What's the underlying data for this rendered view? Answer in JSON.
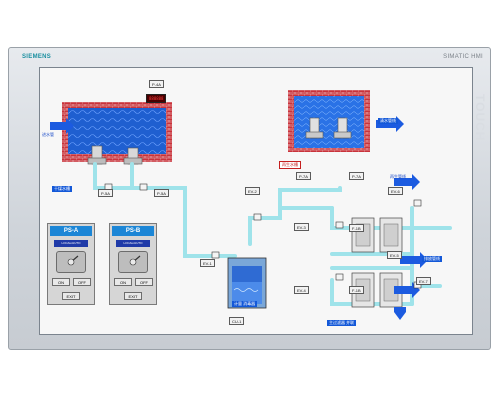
{
  "device": {
    "brand": "SIEMENS",
    "model": "SIMATIC HMI",
    "side_text": "TOUCH"
  },
  "tags": {
    "p4a": "P-4A",
    "p5a_left": "P-5A",
    "p5a_right": "P-5A",
    "p7a_left": "P-7A",
    "p7a_right": "P-7A",
    "ev1": "EV-1",
    "ev2": "EV-2",
    "ev3": "EV-3",
    "ev4": "EV-4",
    "ev5": "EV-5",
    "ev6": "EV-6",
    "ev7": "EV-7",
    "f1b": "F-1B",
    "f1b_2": "F-1B",
    "cu1": "CU-1",
    "tank_left_label": "干煤水槽",
    "tank_right_label": "再生水槽",
    "mixer_label": "计量 消毒器",
    "filter_label": "主过滤器 并联",
    "arrow_left_in": "进水管",
    "arrow_right_out": "清水管线",
    "arrow_mid_right": "再生管线",
    "arrow_right_bottom": "排放管线"
  },
  "led_display": "888888",
  "panels": [
    {
      "title": "PS-A",
      "status": "LOCAL/AUTO",
      "on": "ON",
      "off": "OFF",
      "exit": "EXIT"
    },
    {
      "title": "PS-B",
      "status": "LOCAL/AUTO",
      "on": "ON",
      "off": "OFF",
      "exit": "EXIT"
    }
  ],
  "colors": {
    "water": "#1f5fd0",
    "brick": "#c9333b",
    "pipe": "#9fe3ea",
    "panel_title": "#1c86d6"
  }
}
